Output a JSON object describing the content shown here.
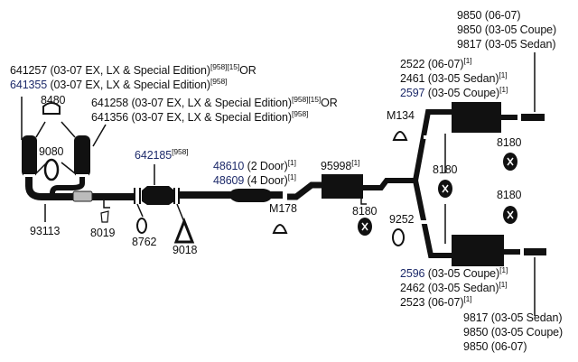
{
  "colors": {
    "ink": "#111111",
    "link": "#1d2a6a"
  },
  "labels": {
    "cat_left_a": {
      "part": "641257",
      "desc": " (03-07 EX, LX & Special Edition)",
      "sup": "[958][15]",
      "or": "OR"
    },
    "cat_left_b": {
      "part": "641355",
      "desc": " (03-07 EX, LX & Special Edition)",
      "sup": "[958]"
    },
    "cat_right_a": {
      "part": "641258",
      "desc": " (03-07 EX, LX & Special Edition)",
      "sup": "[958][15]",
      "or": "OR"
    },
    "cat_right_b": {
      "part": "641356",
      "desc": " (03-07 EX, LX & Special Edition)",
      "sup": "[958]"
    },
    "gasket_8480": "8480",
    "gasket_9080": "9080",
    "converter": {
      "part": "642185",
      "sup": "[958]"
    },
    "resonator_a": {
      "part": "48610",
      "desc": " (2 Door)",
      "sup": "[1]"
    },
    "resonator_b": {
      "part": "48609",
      "desc": " (4 Door)",
      "sup": "[1]"
    },
    "muffler_mid": {
      "part": "95998",
      "sup": "[1]"
    },
    "clamp_m178": "M178",
    "clamp_m134": "M134",
    "pipe_93113": "93113",
    "hanger_8019": "8019",
    "gasket_8762": "8762",
    "gasket_9018": "9018",
    "hanger_8180_mid": "8180",
    "hanger_8180_upper": "8180",
    "hanger_8180_center": "8180",
    "hanger_8180_lower": "8180",
    "ring_9252": "9252",
    "upper_muffler": [
      {
        "part": "2522",
        "desc": " (06-07)",
        "sup": "[1]"
      },
      {
        "part": "2461",
        "desc": " (03-05 Sedan)",
        "sup": "[1]"
      },
      {
        "part": "2597",
        "desc": " (03-05 Coupe)",
        "sup": "[1]"
      }
    ],
    "upper_tip": [
      "9850 (06-07)",
      "9850 (03-05 Coupe)",
      "9817 (03-05 Sedan)"
    ],
    "lower_muffler": [
      {
        "part": "2596",
        "desc": " (03-05 Coupe)",
        "sup": "[1]"
      },
      {
        "part": "2462",
        "desc": " (03-05 Sedan)",
        "sup": "[1]"
      },
      {
        "part": "2523",
        "desc": " (06-07)",
        "sup": "[1]"
      }
    ],
    "lower_tip": [
      "9817 (03-05 Sedan)",
      "9850 (03-05 Coupe)",
      "9850 (06-07)"
    ]
  }
}
